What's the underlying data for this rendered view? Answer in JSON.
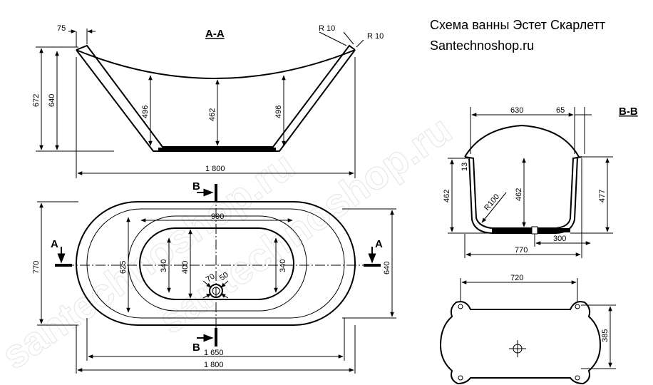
{
  "caption": {
    "line1": "Схема ванны Эстет Скарлетт",
    "line2": "Santechnoshop.ru"
  },
  "watermark": "santechnoshop.ru",
  "section_aa": {
    "label": "A-A",
    "dims": {
      "top_offset": "75",
      "r1": "R 10",
      "r2": "R 10",
      "h_total": "672",
      "h_rim": "640",
      "d_left": "496",
      "d_center": "462",
      "d_right": "496",
      "length": "1 800"
    }
  },
  "plan_view": {
    "marker_a": "A",
    "marker_b": "B",
    "dims": {
      "inner_len": "990",
      "width": "770",
      "w625": "625",
      "w340_left": "340",
      "w400": "400",
      "w340_right": "340",
      "drain_70": "70",
      "drain_50": "50",
      "w640": "640",
      "len1650": "1 650",
      "len1800": "1 800"
    }
  },
  "section_bb": {
    "label": "B-B",
    "dims": {
      "top630": "630",
      "top65": "65",
      "d13": "13",
      "h462_left": "462",
      "radius": "R100",
      "h462_center": "462",
      "h477": "477",
      "w300": "300",
      "w770": "770"
    }
  },
  "feet_view": {
    "dims": {
      "w720": "720",
      "h385": "385"
    }
  }
}
